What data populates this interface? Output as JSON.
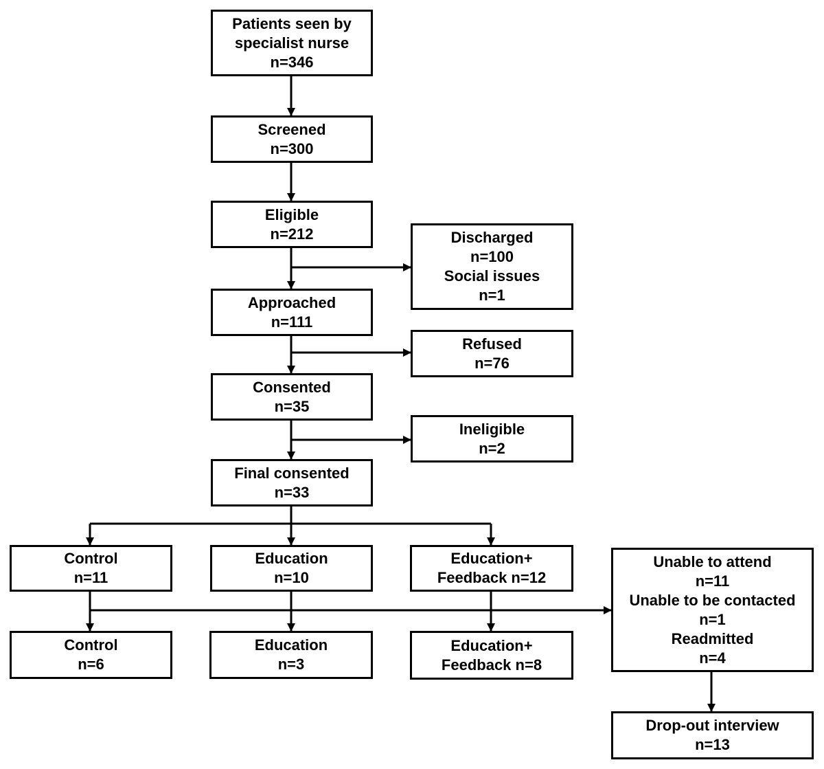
{
  "boxes": {
    "patients_seen": [
      "Patients seen by",
      "specialist nurse",
      "n=346"
    ],
    "screened": [
      "Screened",
      "n=300"
    ],
    "eligible": [
      "Eligible",
      "n=212"
    ],
    "discharged": [
      "Discharged",
      "n=100",
      "Social issues",
      "n=1"
    ],
    "approached": [
      "Approached",
      "n=111"
    ],
    "refused": [
      "Refused",
      "n=76"
    ],
    "consented": [
      "Consented",
      "n=35"
    ],
    "ineligible": [
      "Ineligible",
      "n=2"
    ],
    "final_consented": [
      "Final consented",
      "n=33"
    ],
    "control_alloc": [
      "Control",
      "n=11"
    ],
    "education_alloc": [
      "Education",
      "n=10"
    ],
    "edufeed_alloc": [
      "Education+",
      "Feedback n=12"
    ],
    "unable": [
      "Unable to attend",
      "n=11",
      "Unable to be contacted",
      "n=1",
      "Readmitted",
      "n=4"
    ],
    "control_final": [
      "Control",
      "n=6"
    ],
    "education_final": [
      "Education",
      "n=3"
    ],
    "edufeed_final": [
      "Education+",
      "Feedback n=8"
    ],
    "dropout": [
      "Drop-out interview",
      "n=13"
    ]
  },
  "colors": {
    "stroke": "#000000",
    "background": "#ffffff"
  }
}
